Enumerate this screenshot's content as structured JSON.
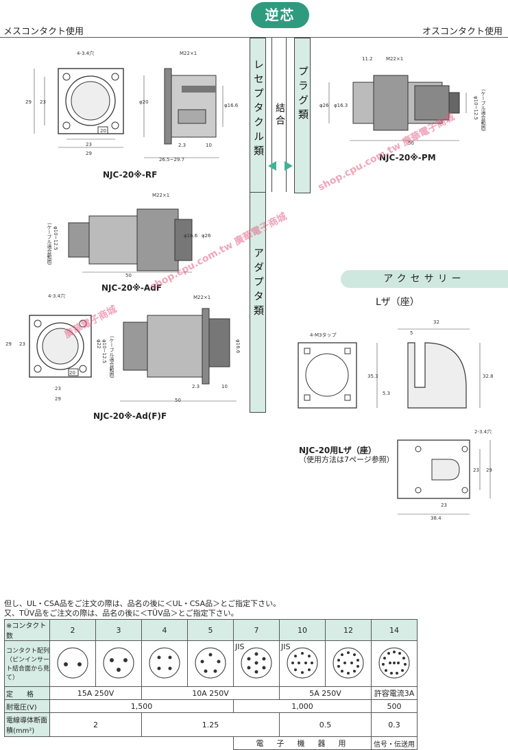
{
  "header": {
    "title": "逆芯",
    "left_label": "メスコンタクト使用",
    "right_label": "オスコンタクト使用"
  },
  "bands": {
    "receptacle": "レセプタクル類",
    "adapter": "アダプタ類",
    "plug": "プラグ類",
    "mate": "結合"
  },
  "models": {
    "rf": "NJC-20※-RF",
    "adf": "NJC-20※-AdF",
    "adff": "NJC-20※-Ad(F)F",
    "pm": "NJC-20※-PM"
  },
  "accessory": {
    "title": "アクセサリー",
    "item": "Lザ（座）",
    "caption": "NJC-20用Lザ（座）",
    "caption_note": "（使用方法は7ページ参照）",
    "tap": "4-M3タップ",
    "hole": "2-3.4穴"
  },
  "watermark": {
    "text1": "shop.cpu.com.tw 廣華電子商城",
    "text2": "shop.cpu.com.tw 廣華電子商城",
    "text3": "廣華電子商城"
  },
  "dims": {
    "rf": {
      "hole": "4-3.4穴",
      "w29": "29",
      "w23": "23",
      "h29": "29",
      "h23": "23",
      "size": "20",
      "thread": "M22×1",
      "phi20": "φ20",
      "phi16": "φ16.6",
      "d23": "2.3",
      "d10": "10",
      "len": "26.5~29.7"
    },
    "pm": {
      "d112": "11.2",
      "thread": "M22×1",
      "phi26": "φ26",
      "phi163": "φ16.3",
      "len": "50",
      "cable": "φ10~12.5",
      "cable_note": "(ケーブル適合範囲)"
    },
    "adf": {
      "thread": "M22×1",
      "phi26": "φ26",
      "phi16": "φ16.6",
      "len": "50",
      "cable": "φ10~12.5",
      "cable_note": "(ケーブル適合範囲)"
    },
    "adff": {
      "hole": "4-3.4穴",
      "w29": "29",
      "w23": "23",
      "h29": "29",
      "h23": "23",
      "size": "20",
      "thread": "M22×1",
      "phi22": "φ22",
      "phi16": "φ16.6",
      "d23": "2.3",
      "d10": "10",
      "len": "50",
      "cable": "φ10~12.5",
      "cable_note": "(ケーブル適合範囲)"
    },
    "lza": {
      "w32": "32",
      "w5": "5",
      "h353": "35.3",
      "h53": "5.3",
      "h328": "32.8",
      "w23": "23",
      "h23": "23",
      "h29": "29",
      "w384": "38.4"
    }
  },
  "notes": {
    "line1": "但し、UL・CSA品をご注文の際は、品名の後に＜UL・CSA品＞とご指定下さい。",
    "line2": "又、TÜV品をご注文の際は、品名の後に＜TÜV品＞とご指定下さい。"
  },
  "table": {
    "h_contacts": "※コンタクト数",
    "contacts": [
      "2",
      "3",
      "4",
      "5",
      "7",
      "10",
      "12",
      "14"
    ],
    "h_layout": "コンタクト配列（ピンインサート結合面から見て）",
    "jis": "JIS",
    "h_rating": "定　　格",
    "ratings": [
      "15A 250V",
      "10A 250V",
      "5A 250V",
      "許容電流3A"
    ],
    "h_voltage": "耐電圧(V)",
    "voltages": [
      "1,500",
      "1,000",
      "500"
    ],
    "h_area": "電線導体断面積(mm²)",
    "areas": [
      "2",
      "1.25",
      "0.5",
      "0.3"
    ],
    "usage": [
      "電　子　機　器　用",
      "信号・伝送用"
    ]
  }
}
